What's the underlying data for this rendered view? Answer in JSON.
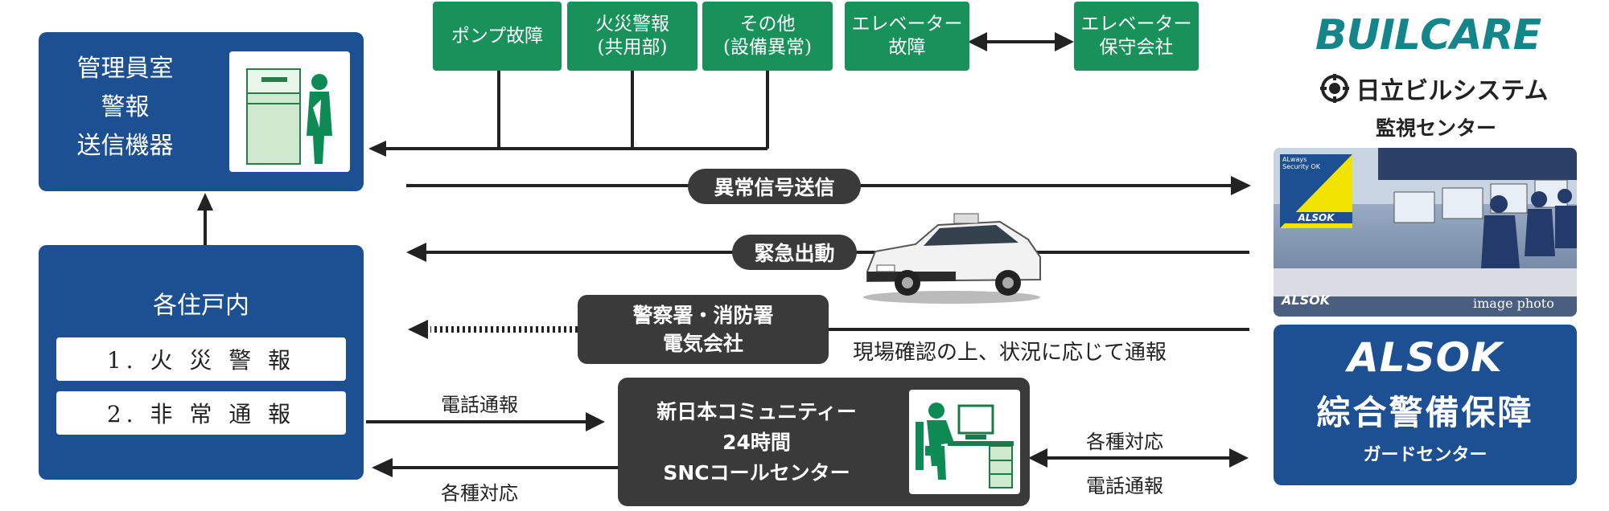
{
  "top_boxes": {
    "pump": "ポンプ故障",
    "fire_common_1": "火災警報",
    "fire_common_2": "(共用部)",
    "other_1": "その他",
    "other_2": "(設備異常)",
    "elevator_fault_1": "エレベーター",
    "elevator_fault_2": "故障",
    "elevator_maint_1": "エレベーター",
    "elevator_maint_2": "保守会社"
  },
  "manager_room": {
    "line1": "管理員室",
    "line2": "警報",
    "line3": "送信機器"
  },
  "residence": {
    "title": "各住戸内",
    "item1": "1. 火 災 警 報",
    "item2": "2. 非 常 通 報"
  },
  "flows": {
    "abnormal_signal": "異常信号送信",
    "emergency": "緊急出動",
    "police_fire_1": "警察署・消防署",
    "police_fire_2": "電気会社",
    "confirm": "現場確認の上、状況に応じて通報",
    "phone_report_left": "電話通報",
    "response_left": "各種対応",
    "response_right": "各種対応",
    "phone_report_right": "電話通報"
  },
  "call_center": {
    "line1": "新日本コミュニティー",
    "line2": "24時間",
    "line3": "SNCコールセンター"
  },
  "hitachi": {
    "brand": "BUILCARE",
    "company": "日立ビルシステム",
    "center": "監視センター"
  },
  "alsok": {
    "photo_caption": "image photo",
    "photo_sign": "ALSOK",
    "photo_panel_text": "ALways Security OK",
    "logo": "ALSOK",
    "name": "綜合警備保障",
    "center": "ガードセンター"
  },
  "colors": {
    "navy": "#1d4f93",
    "green": "#18915a",
    "dark": "#3a3a3a",
    "teal": "#14868a"
  }
}
